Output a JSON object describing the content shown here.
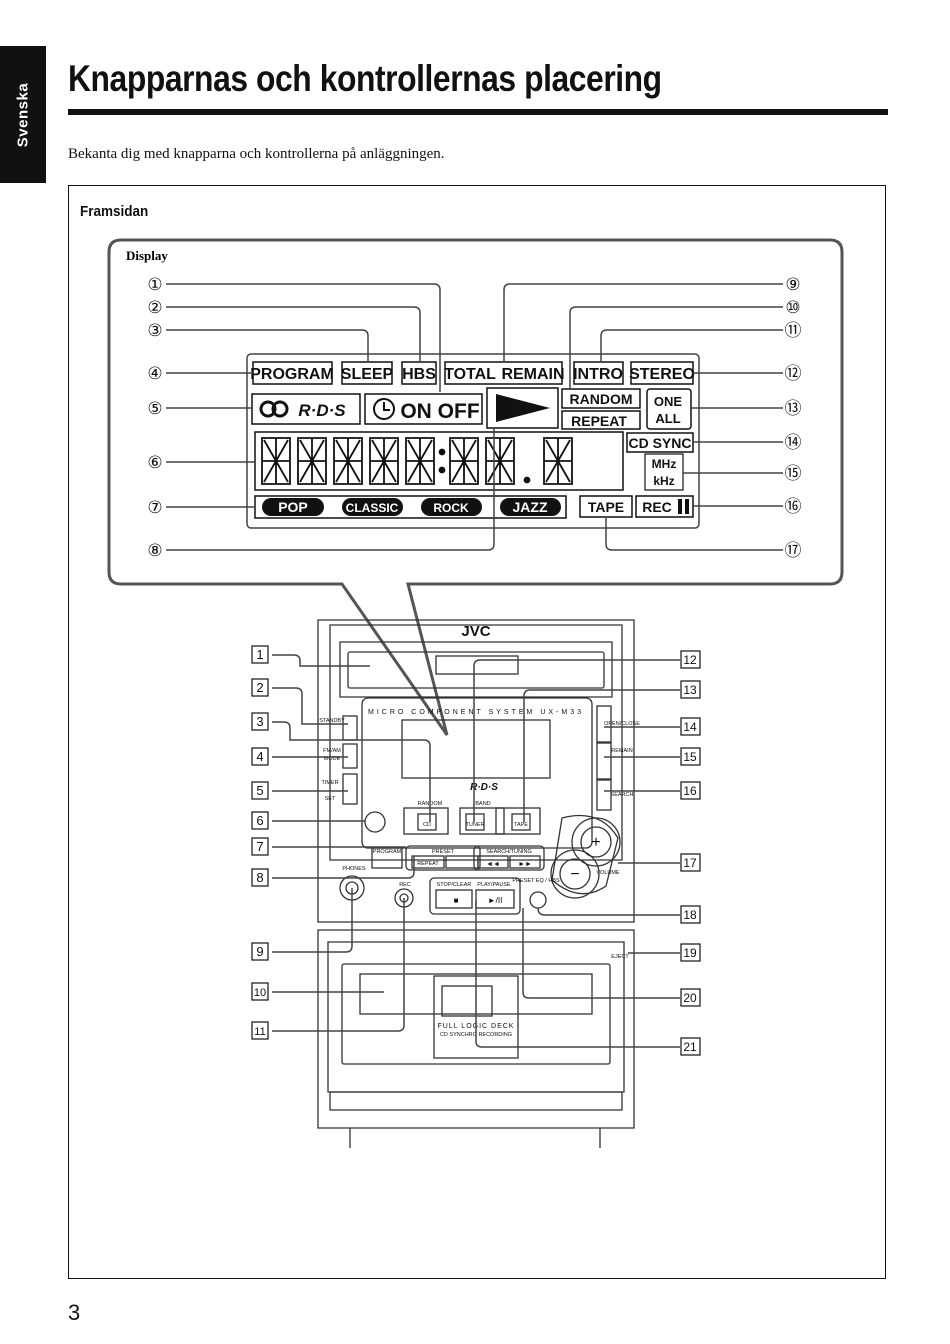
{
  "language_tab": "Svenska",
  "page_title": "Knapparnas och kontrollernas placering",
  "intro_text": "Bekanta dig med knapparna och kontrollerna på anläggningen.",
  "section_title": "Framsidan",
  "display_label": "Display",
  "page_number": "3",
  "display_indicators": {
    "program": "PROGRAM",
    "sleep": "SLEEP",
    "hbs": "HBS",
    "total": "TOTAL",
    "remain": "REMAIN",
    "intro": "INTRO",
    "stereo": "STEREO",
    "rds": "R·D·S",
    "on_off": "ON OFF",
    "random": "RANDOM",
    "repeat": "REPEAT",
    "one": "ONE",
    "all": "ALL",
    "cd_sync": "CD SYNC",
    "mhz": "MHz",
    "khz": "kHz",
    "pop": "POP",
    "classic": "CLASSIC",
    "rock": "ROCK",
    "jazz": "JAZZ",
    "tape": "TAPE",
    "rec": "REC"
  },
  "display_callouts_left": [
    "①",
    "②",
    "③",
    "④",
    "⑤",
    "⑥",
    "⑦",
    "⑧"
  ],
  "display_callouts_right": [
    "⑨",
    "⑩",
    "⑪",
    "⑫",
    "⑬",
    "⑭",
    "⑮",
    "⑯",
    "⑰"
  ],
  "unit_callouts_left": [
    "1",
    "2",
    "3",
    "4",
    "5",
    "6",
    "7",
    "8",
    "9",
    "10",
    "11"
  ],
  "unit_callouts_right": [
    "12",
    "13",
    "14",
    "15",
    "16",
    "17",
    "18",
    "19",
    "20",
    "21"
  ],
  "unit_labels": {
    "brand": "JVC",
    "model": "MICRO COMPONENT SYSTEM UX-M33",
    "standby": "STANDBY",
    "fm_am": "FM/AM",
    "mode": "MODE",
    "timer": "TIMER",
    "set": "SET",
    "random": "RANDOM",
    "band": "BAND",
    "cd": "CD",
    "tuner": "TUNER",
    "tape": "TAPE",
    "program": "PROGRAM",
    "preset": "PRESET",
    "repeat": "REPEAT",
    "search_tuning": "SEARCH/TUNING",
    "phones": "PHONES",
    "rec": "REC",
    "stop_clear": "STOP/CLEAR",
    "play_pause": "PLAY/PAUSE",
    "presethbs": "PRESET EQ / HBS",
    "volume": "VOLUME",
    "open_close": "OPEN/CLOSE",
    "remain": "REMAIN",
    "search": "SEARCH",
    "eject": "EJECT",
    "deck": "FULL LOGIC DECK",
    "deck_sub": "CD SYNCHRO RECORDING",
    "rds": "R·D·S"
  }
}
